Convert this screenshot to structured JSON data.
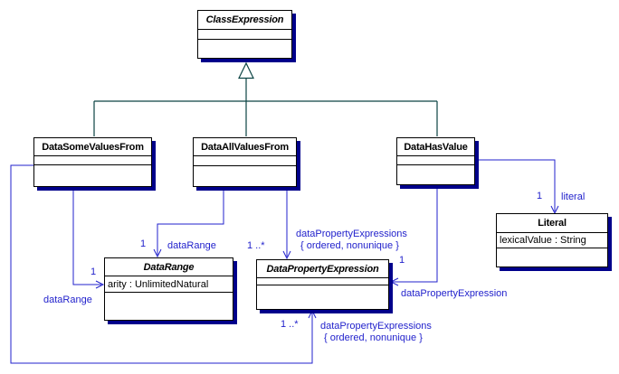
{
  "colors": {
    "association": "#2222cc",
    "generalization": "#0c4444",
    "shadow": "#00008b",
    "box_border": "#000000",
    "background": "#ffffff"
  },
  "classes": {
    "class_expression": {
      "name": "ClassExpression",
      "abstract": true
    },
    "data_some_values_from": {
      "name": "DataSomeValuesFrom",
      "abstract": false
    },
    "data_all_values_from": {
      "name": "DataAllValuesFrom",
      "abstract": false
    },
    "data_has_value": {
      "name": "DataHasValue",
      "abstract": false
    },
    "data_range": {
      "name": "DataRange",
      "abstract": true,
      "attribute": "arity : UnlimitedNatural"
    },
    "data_property_expression": {
      "name": "DataPropertyExpression",
      "abstract": true
    },
    "literal": {
      "name": "Literal",
      "abstract": false,
      "attribute": "lexicalValue : String"
    }
  },
  "associations": {
    "some_to_data_range": {
      "multiplicity": "1",
      "role": "dataRange"
    },
    "all_to_data_range": {
      "multiplicity": "1",
      "role": "dataRange"
    },
    "all_to_dpe": {
      "multiplicity": "1 ..*",
      "role": "dataPropertyExpressions",
      "constraint": "{ ordered, nonunique }"
    },
    "some_to_dpe": {
      "multiplicity": "1 ..*",
      "role": "dataPropertyExpressions",
      "constraint": "{ ordered, nonunique }"
    },
    "has_to_dpe": {
      "multiplicity": "1",
      "role": "dataPropertyExpression"
    },
    "has_to_literal": {
      "multiplicity": "1",
      "role": "literal"
    }
  }
}
